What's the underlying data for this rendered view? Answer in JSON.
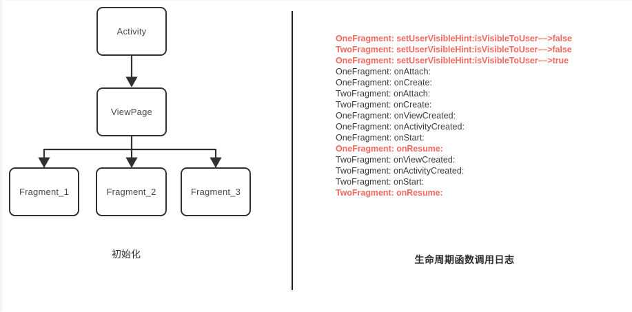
{
  "colors": {
    "background": "#ffffff",
    "node_border": "#2f3133",
    "node_text": "#4a4a4a",
    "divider": "#1f2022",
    "log_text": "#3a3a3a",
    "log_highlight": "#f4695f",
    "caption_text": "#2d2d2d"
  },
  "diagram": {
    "caption": "初始化",
    "nodes": [
      {
        "id": "activity",
        "label": "Activity"
      },
      {
        "id": "viewpage",
        "label": "ViewPage"
      },
      {
        "id": "fragment1",
        "label": "Fragment_1"
      },
      {
        "id": "fragment2",
        "label": "Fragment_2"
      },
      {
        "id": "fragment3",
        "label": "Fragment_3"
      }
    ],
    "edges": [
      {
        "from": "activity",
        "to": "viewpage",
        "arrow": "down"
      },
      {
        "from": "viewpage",
        "to": "fragment1",
        "arrow": "down"
      },
      {
        "from": "viewpage",
        "to": "fragment2",
        "arrow": "down"
      },
      {
        "from": "viewpage",
        "to": "fragment3",
        "arrow": "down"
      }
    ]
  },
  "log": {
    "caption": "生命周期函数调用日志",
    "lines": [
      {
        "text": "OneFragment: setUserVisibleHint:isVisibleToUser––>false",
        "highlight": true
      },
      {
        "text": "TwoFragment: setUserVisibleHint:isVisibleToUser––>false",
        "highlight": true
      },
      {
        "text": "OneFragment: setUserVisibleHint:isVisibleToUser––>true",
        "highlight": true
      },
      {
        "text": "OneFragment: onAttach:",
        "highlight": false
      },
      {
        "text": "OneFragment: onCreate:",
        "highlight": false
      },
      {
        "text": "TwoFragment: onAttach:",
        "highlight": false
      },
      {
        "text": "TwoFragment: onCreate:",
        "highlight": false
      },
      {
        "text": "OneFragment: onViewCreated:",
        "highlight": false
      },
      {
        "text": "OneFragment: onActivityCreated:",
        "highlight": false
      },
      {
        "text": "OneFragment: onStart:",
        "highlight": false
      },
      {
        "text": "OneFragment: onResume:",
        "highlight": true
      },
      {
        "text": "TwoFragment: onViewCreated:",
        "highlight": false
      },
      {
        "text": "TwoFragment: onActivityCreated:",
        "highlight": false
      },
      {
        "text": "TwoFragment: onStart:",
        "highlight": false
      },
      {
        "text": "TwoFragment: onResume:",
        "highlight": true
      }
    ]
  }
}
